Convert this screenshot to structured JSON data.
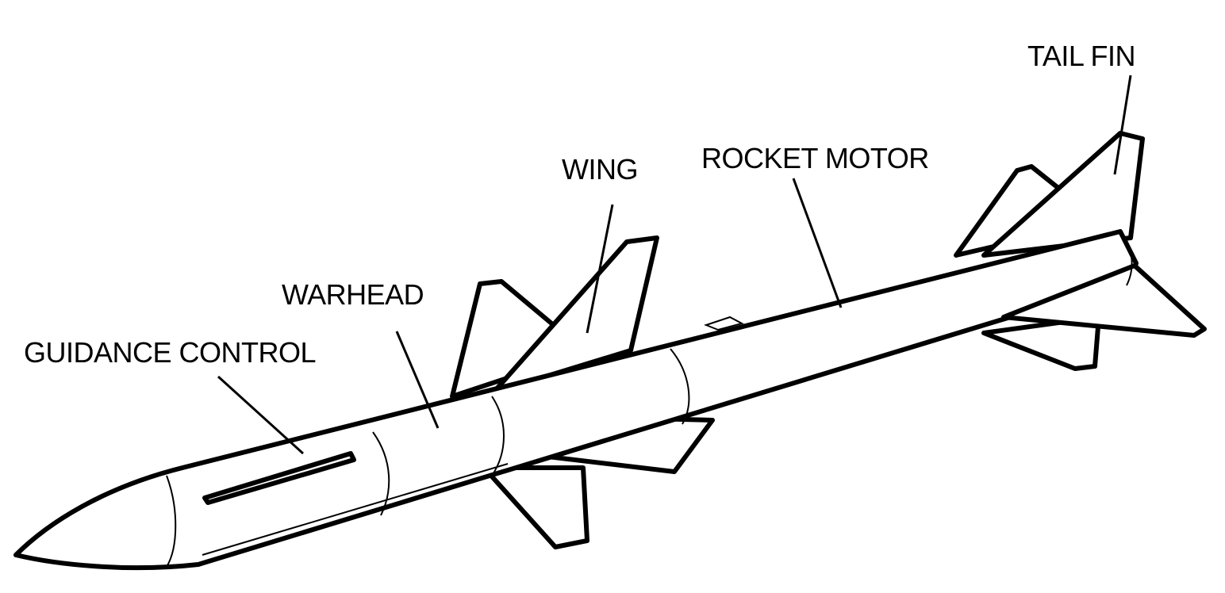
{
  "diagram": {
    "subject": "missile",
    "labels": {
      "tail_fin": "TAIL FIN",
      "wing": "WING",
      "rocket_motor": "ROCKET MOTOR",
      "warhead": "WARHEAD",
      "guidance_control": "GUIDANCE CONTROL"
    }
  }
}
